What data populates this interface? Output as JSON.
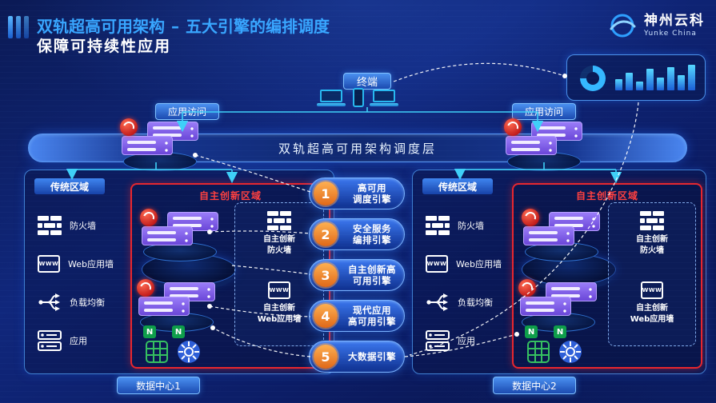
{
  "header": {
    "title": "双轨超高可用架构",
    "dash": "–",
    "title_accent": "五大引擎的编排调度",
    "subtitle": "保障可持续性应用",
    "brand_cn": "神州云科",
    "brand_en": "Yunke China"
  },
  "top": {
    "terminal": "终端",
    "access_left": "应用访问",
    "access_right": "应用访问"
  },
  "scheduler": {
    "label": "双轨超高可用架构调度层"
  },
  "engines": [
    {
      "num": "1",
      "line1": "高可用",
      "line2": "调度引擎"
    },
    {
      "num": "2",
      "line1": "安全服务",
      "line2": "编排引擎"
    },
    {
      "num": "3",
      "line1": "自主创新高",
      "line2": "可用引擎"
    },
    {
      "num": "4",
      "line1": "现代应用",
      "line2": "高可用引擎"
    },
    {
      "num": "5",
      "line1": "大数据引擎",
      "line2": ""
    }
  ],
  "dc1": {
    "zone_traditional": "传统区域",
    "zone_innovation": "自主创新区域",
    "items": [
      {
        "label": "防火墙"
      },
      {
        "label": "Web应用墙"
      },
      {
        "label": "负载均衡"
      },
      {
        "label": "应用"
      }
    ],
    "inno_firewall_line1": "自主创新",
    "inno_firewall_line2": "防火墙",
    "inno_waf_line1": "自主创新",
    "inno_waf_line2": "Web应用墙",
    "footer": "数据中心1"
  },
  "dc2": {
    "zone_traditional": "传统区域",
    "zone_innovation": "自主创新区域",
    "items": [
      {
        "label": "防火墙"
      },
      {
        "label": "Web应用墙"
      },
      {
        "label": "负载均衡"
      },
      {
        "label": "应用"
      }
    ],
    "inno_firewall_line1": "自主创新",
    "inno_firewall_line2": "防火墙",
    "inno_waf_line1": "自主创新",
    "inno_waf_line2": "Web应用墙",
    "footer": "数据中心2"
  },
  "icons": {
    "www": "WWW",
    "nginx": "N"
  },
  "monitor": {
    "bars": [
      45,
      70,
      35,
      85,
      50,
      90,
      60,
      100
    ]
  },
  "colors": {
    "accent_blue": "#38a6ff",
    "engine_orange": "#f07820",
    "alert_red": "#e8262d"
  }
}
